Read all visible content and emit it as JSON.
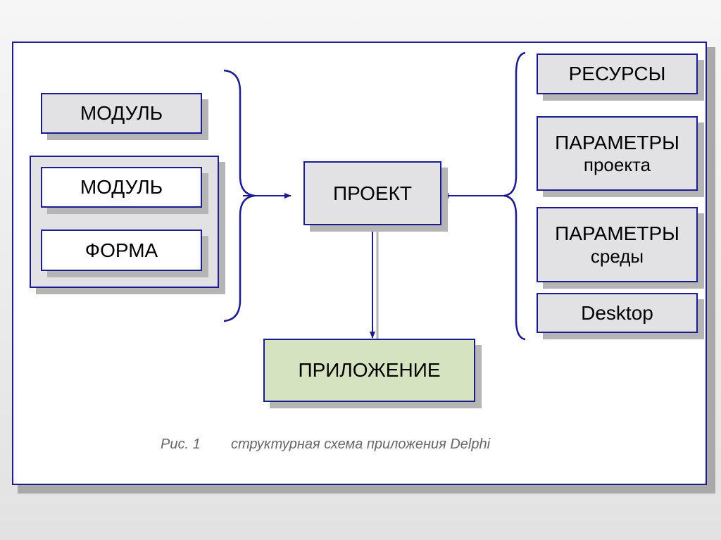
{
  "left": {
    "module_top": "МОДУЛЬ",
    "group": {
      "module": "МОДУЛЬ",
      "form": "ФОРМА"
    }
  },
  "center": {
    "project": "ПРОЕКТ",
    "application": "ПРИЛОЖЕНИЕ"
  },
  "right": {
    "resources": "РЕСУРСЫ",
    "project_params": {
      "title": "ПАРАМЕТРЫ",
      "sub": "проекта"
    },
    "env_params": {
      "title": "ПАРАМЕТРЫ",
      "sub": "среды"
    },
    "desktop": "Desktop"
  },
  "caption": {
    "number": "Рис. 1",
    "text": "структурная схема приложения Delphi"
  },
  "colors": {
    "border": "#1c1c8e",
    "box": "#e2e2e4",
    "application": "#d6e3c0"
  }
}
